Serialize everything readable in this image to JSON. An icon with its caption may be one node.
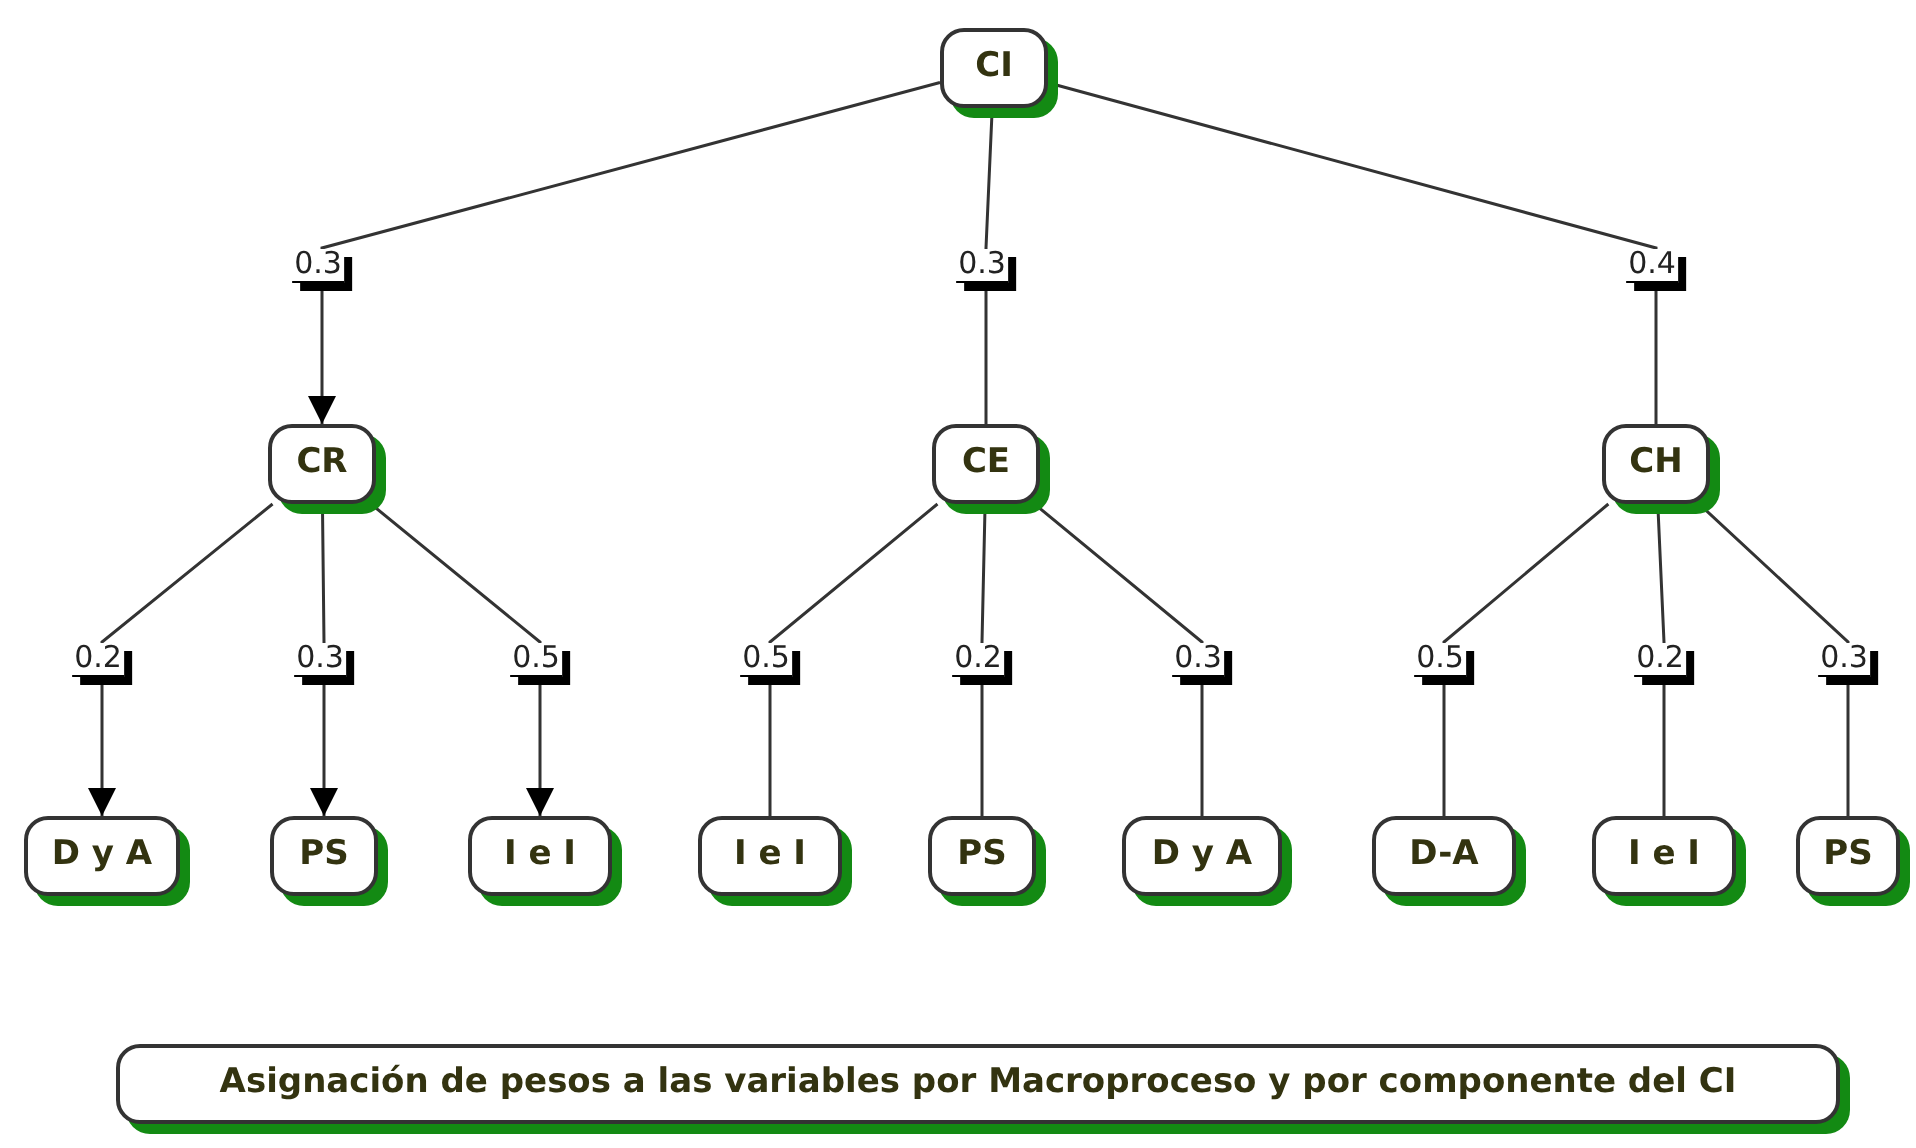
{
  "diagram": {
    "nodes": [
      {
        "text": [
          "CI"
        ]
      },
      {
        "text": [
          "CR"
        ]
      },
      {
        "text": [
          "CE"
        ]
      },
      {
        "text": [
          "CH"
        ]
      },
      {
        "text": [
          "D y A"
        ]
      },
      {
        "text": [
          "PS"
        ]
      },
      {
        "text": [
          "I e I"
        ]
      },
      {
        "text": [
          "I e I"
        ]
      },
      {
        "text": [
          "PS"
        ]
      },
      {
        "text": [
          "D y A"
        ]
      },
      {
        "text": [
          "D-A"
        ]
      },
      {
        "text": [
          "I e I"
        ]
      },
      {
        "text": [
          "PS"
        ]
      },
      {
        "text": [
          "Asignación de pesos a las variables por Macroproceso y por componente del CI"
        ]
      }
    ],
    "edges": [
      {
        "from": 0,
        "to": 1,
        "label": "0.3",
        "arrow": "to"
      },
      {
        "from": 0,
        "to": 2,
        "label": "0.3",
        "arrow": "none"
      },
      {
        "from": 0,
        "to": 3,
        "label": "0.4",
        "arrow": "none"
      },
      {
        "from": 1,
        "to": 4,
        "label": "0.2",
        "arrow": "to"
      },
      {
        "from": 1,
        "to": 5,
        "label": "0.3",
        "arrow": "to"
      },
      {
        "from": 1,
        "to": 6,
        "label": "0.5",
        "arrow": "to"
      },
      {
        "from": 2,
        "to": 7,
        "label": "0.5",
        "arrow": "none"
      },
      {
        "from": 2,
        "to": 8,
        "label": "0.2",
        "arrow": "none"
      },
      {
        "from": 2,
        "to": 9,
        "label": "0.3",
        "arrow": "none"
      },
      {
        "from": 3,
        "to": 10,
        "label": "0.5",
        "arrow": "none"
      },
      {
        "from": 3,
        "to": 11,
        "label": "0.2",
        "arrow": "none"
      },
      {
        "from": 3,
        "to": 12,
        "label": "0.3",
        "arrow": "none"
      }
    ]
  }
}
